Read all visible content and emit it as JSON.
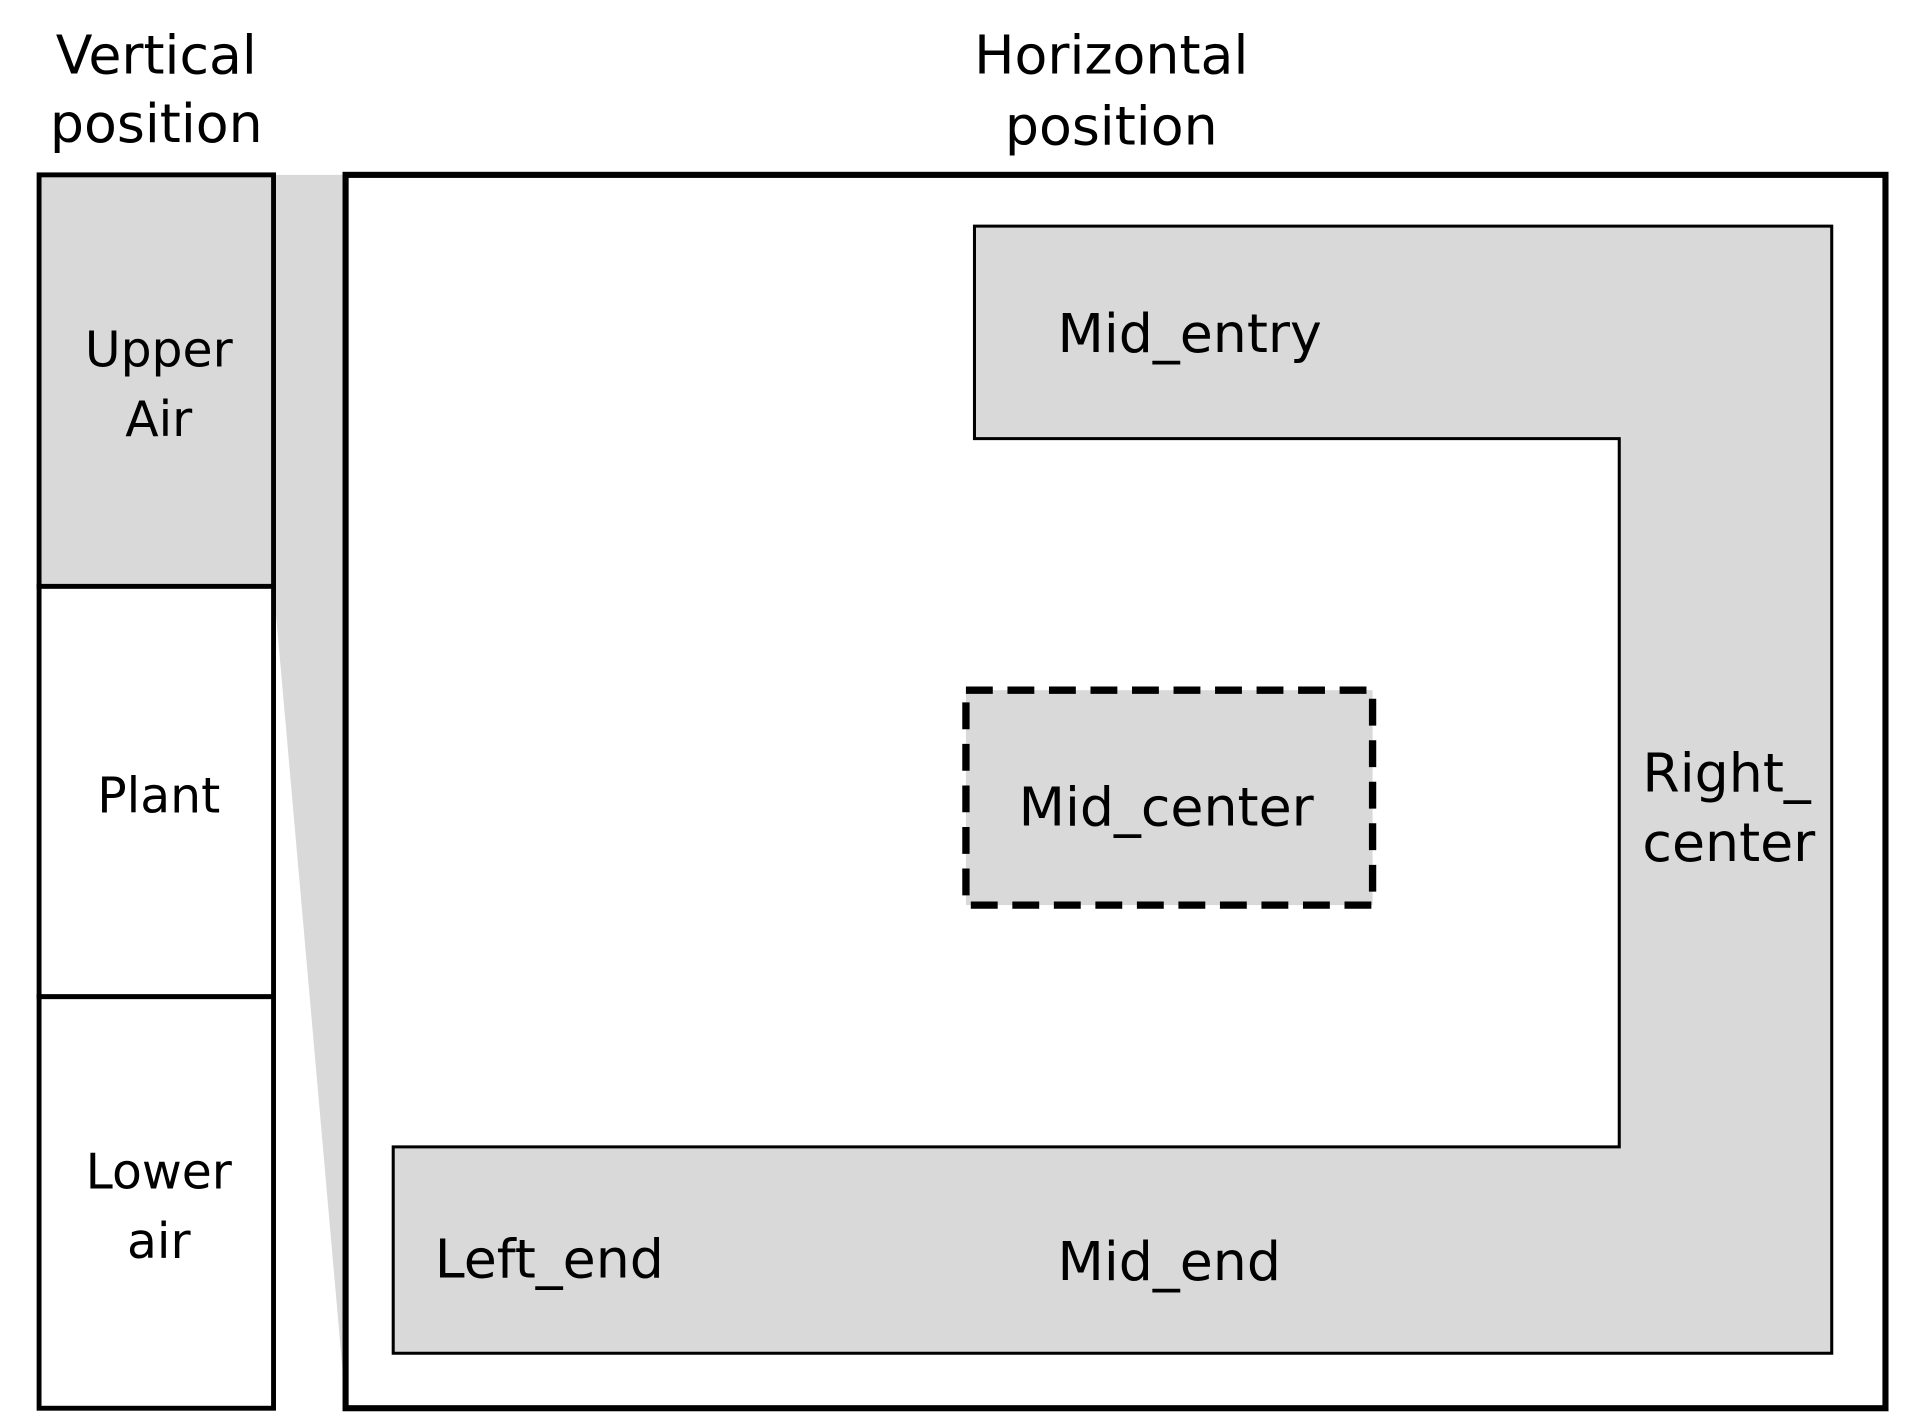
{
  "headers": {
    "vertical": [
      "Vertical",
      "position"
    ],
    "horizontal": [
      "Horizontal",
      "position"
    ]
  },
  "vertical_levels": [
    {
      "lines": [
        "Upper",
        "Air"
      ],
      "highlighted": true
    },
    {
      "lines": [
        "Plant"
      ],
      "highlighted": false
    },
    {
      "lines": [
        "Lower",
        "air"
      ],
      "highlighted": false
    }
  ],
  "zones": {
    "mid_entry": "Mid_entry",
    "mid_center": "Mid_center",
    "right_center": [
      "Right_",
      "center"
    ],
    "left_end": "Left_end",
    "mid_end": "Mid_end"
  },
  "colors": {
    "zone_fill": "#d9d9d9",
    "outline": "#000000"
  }
}
